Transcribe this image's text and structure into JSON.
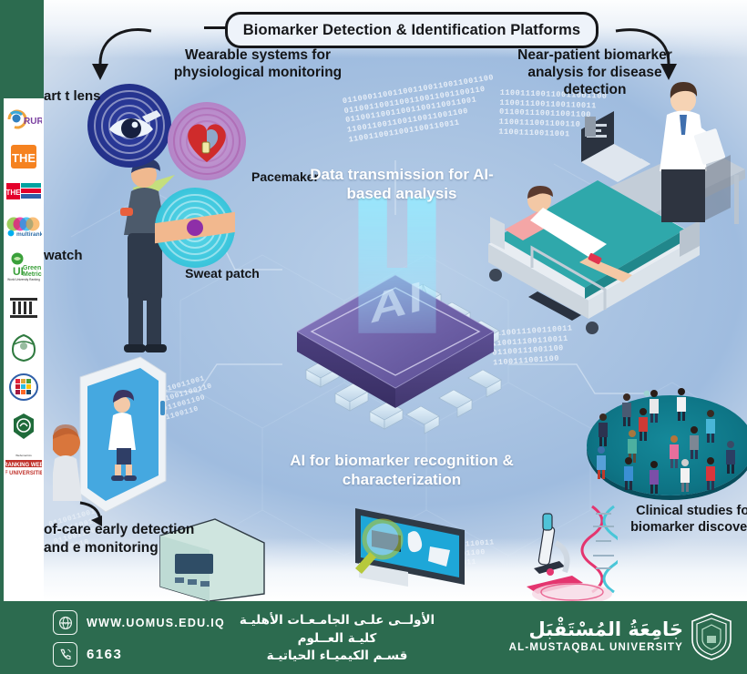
{
  "header": {
    "title": "Biomarker Detection & Identification Platforms"
  },
  "labels": {
    "wearable": "Wearable systems for physiological monitoring",
    "near_patient": "Near-patient biomarker analysis for disease detection",
    "smart_contact_lens": "art t lens",
    "smart_watch": "watch",
    "pacemaker": "Pacemaker",
    "sweat_patch": "Sweat patch",
    "data_transmission": "Data transmission for AI-based analysis",
    "ai_recognition": "AI for biomarker recognition & characterization",
    "point_of_care": "of-care early  detection and e monitoring",
    "clinical_studies": "Clinical studies for biomarker discovery",
    "chip_hologram": "AI"
  },
  "binary_streams": {
    "top_center": "011000110011001100110011001100\n0110011001100110011001100110\n01100110011001100110011001\n110011001100110011001100\n1100110011001100110011",
    "right_upper": "110011100110011001100\n1100111001100110011\n011001110011001100\n1100111001100110\n11001110011001",
    "right_lower": "0110011100110011\n110011100110011\n01100111001100\n1100111001100",
    "bottom_left": "0110011001\n11001100110\n011001100\n1100110",
    "bottom_center": "110011001100110011\n1100110011001100\n11001100110011"
  },
  "footer": {
    "website_label": "WWW.UOMUS.EDU.IQ",
    "phone_label": "6163",
    "globe_icon": "globe-www-icon",
    "phone_icon": "phone-icon",
    "arabic_line1": "الأولــى علـى الجامـعـات الأهليـة",
    "arabic_line2": "كليـة العــلوم",
    "arabic_line3": "قسـم الكيميـاء الحياتيـة",
    "university_arabic": "جَامِعَةُ المُسْتَقْبَل",
    "university_english": "AL-MUSTAQBAL  UNIVERSITY",
    "crest_icon": "university-crest-icon"
  },
  "sidebar": {
    "logos": [
      {
        "name": "rur-ranking-logo",
        "text": "RUR"
      },
      {
        "name": "the-ranking-logo",
        "text": "THE"
      },
      {
        "name": "the-impact-rankings-logo",
        "text": "THE"
      },
      {
        "name": "u-multirank-logo",
        "text": "multirank"
      },
      {
        "name": "ui-greenmetric-logo",
        "text": "UI Green Metric"
      },
      {
        "name": "classical-institution-logo",
        "text": ""
      },
      {
        "name": "arab-universities-union-logo",
        "text": ""
      },
      {
        "name": "sdg-wheel-logo",
        "text": ""
      },
      {
        "name": "arab-engineers-federation-logo",
        "text": ""
      },
      {
        "name": "ranking-web-universities-logo",
        "text": "RANKING WEB OF UNIVERSITIES"
      }
    ],
    "captions": {
      "greenmetric_sub": "World University Ranking",
      "multirank_sub": "Global University Rankings",
      "webometrics_top": "Webometrics"
    }
  },
  "colors": {
    "brand_green": "#2c6b4f",
    "canvas_blue": "#a9c3e2",
    "chip_purple": "#6f62a8",
    "crowd_teal": "#0e7586",
    "ink": "#141619"
  }
}
